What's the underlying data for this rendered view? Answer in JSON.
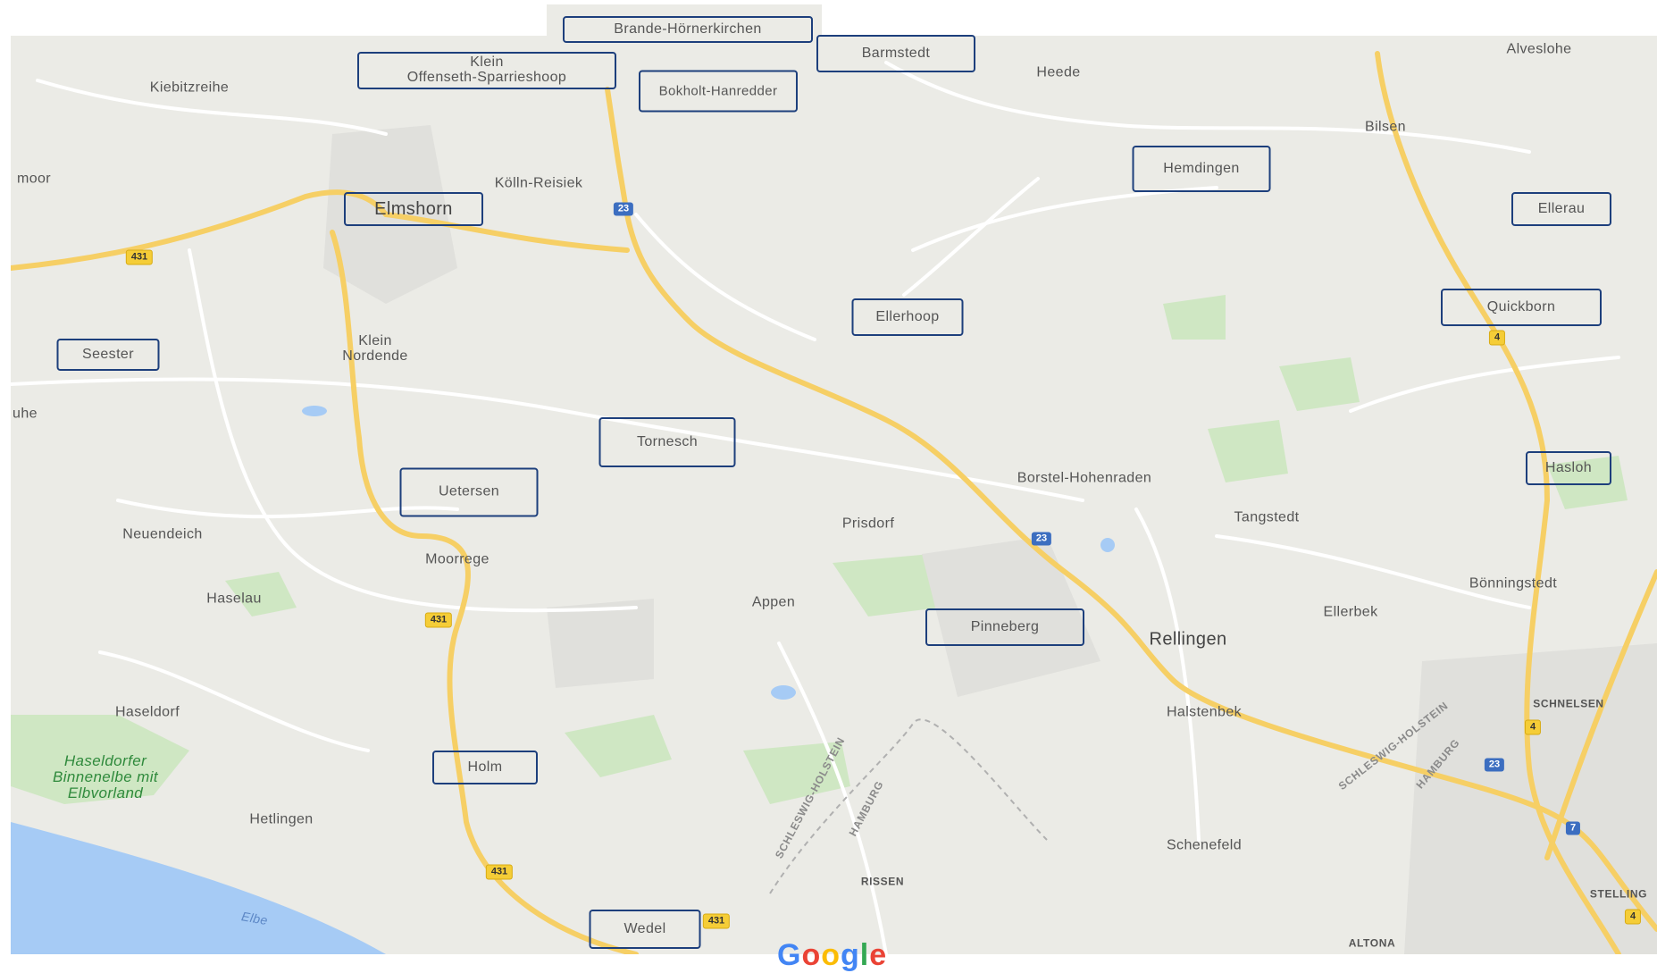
{
  "map": {
    "background": "#ebebe6",
    "water_color": "#a6cbf5",
    "park_color": "#cfe7c3",
    "highway_color": "#f6cf65",
    "road_color": "#ffffff",
    "box_color": "#1d3f7c",
    "places": [
      {
        "id": "brande-hoernerkirchen",
        "label": "Brande-Hörnerkirchen",
        "boxed": true
      },
      {
        "id": "barmstedt",
        "label": "Barmstedt",
        "boxed": true
      },
      {
        "id": "klein-offenseth",
        "label": "Klein\nOffenseth-Sparrieshoop",
        "boxed": true
      },
      {
        "id": "bokholt-hanredder",
        "label": "Bokholt-Hanredder",
        "boxed": true
      },
      {
        "id": "elmshorn",
        "label": "Elmshorn",
        "boxed": true
      },
      {
        "id": "hemdingen",
        "label": "Hemdingen",
        "boxed": true
      },
      {
        "id": "ellerau",
        "label": "Ellerau",
        "boxed": true
      },
      {
        "id": "ellerhoop",
        "label": "Ellerhoop",
        "boxed": true
      },
      {
        "id": "quickborn",
        "label": "Quickborn",
        "boxed": true
      },
      {
        "id": "seester",
        "label": "Seester",
        "boxed": true
      },
      {
        "id": "tornesch",
        "label": "Tornesch",
        "boxed": true
      },
      {
        "id": "uetersen",
        "label": "Uetersen",
        "boxed": true
      },
      {
        "id": "hasloh",
        "label": "Hasloh",
        "boxed": true
      },
      {
        "id": "pinneberg",
        "label": "Pinneberg",
        "boxed": true
      },
      {
        "id": "holm",
        "label": "Holm",
        "boxed": true
      },
      {
        "id": "wedel",
        "label": "Wedel",
        "boxed": true
      },
      {
        "id": "kiebitzreihe",
        "label": "Kiebitzreihe",
        "boxed": false
      },
      {
        "id": "heede",
        "label": "Heede",
        "boxed": false
      },
      {
        "id": "alveslohe",
        "label": "Alveslohe",
        "boxed": false
      },
      {
        "id": "bilsen",
        "label": "Bilsen",
        "boxed": false
      },
      {
        "id": "moor",
        "label": "moor",
        "boxed": false
      },
      {
        "id": "koelln-reisiek",
        "label": "Kölln-Reisiek",
        "boxed": false
      },
      {
        "id": "klein-nordende",
        "label": "Klein\nNordende",
        "boxed": false
      },
      {
        "id": "uhe",
        "label": "uhe",
        "boxed": false
      },
      {
        "id": "borstel-hohenraden",
        "label": "Borstel-Hohenraden",
        "boxed": false
      },
      {
        "id": "prisdorf",
        "label": "Prisdorf",
        "boxed": false
      },
      {
        "id": "tangstedt",
        "label": "Tangstedt",
        "boxed": false
      },
      {
        "id": "neuendeich",
        "label": "Neuendeich",
        "boxed": false
      },
      {
        "id": "moorrege",
        "label": "Moorrege",
        "boxed": false
      },
      {
        "id": "boenningstedt",
        "label": "Bönningstedt",
        "boxed": false
      },
      {
        "id": "haselau",
        "label": "Haselau",
        "boxed": false
      },
      {
        "id": "appen",
        "label": "Appen",
        "boxed": false
      },
      {
        "id": "ellerbek",
        "label": "Ellerbek",
        "boxed": false
      },
      {
        "id": "rellingen",
        "label": "Rellingen",
        "boxed": false
      },
      {
        "id": "haseldorf",
        "label": "Haseldorf",
        "boxed": false
      },
      {
        "id": "halstenbek",
        "label": "Halstenbek",
        "boxed": false
      },
      {
        "id": "schnelsen",
        "label": "SCHNELSEN",
        "boxed": false
      },
      {
        "id": "haseldorfer",
        "label": "Haseldorfer\nBinnenelbe mit\nElbvorland",
        "boxed": false
      },
      {
        "id": "hetlingen",
        "label": "Hetlingen",
        "boxed": false
      },
      {
        "id": "schenefeld",
        "label": "Schenefeld",
        "boxed": false
      },
      {
        "id": "rissen",
        "label": "RISSEN",
        "boxed": false
      },
      {
        "id": "stelling",
        "label": "STELLING",
        "boxed": false
      },
      {
        "id": "altona",
        "label": "ALTONA",
        "boxed": false
      },
      {
        "id": "elbe",
        "label": "Elbe",
        "boxed": false
      },
      {
        "id": "sh-border-1",
        "label": "SCHLESWIG-HOLSTEIN",
        "boxed": false
      },
      {
        "id": "hh-border-1",
        "label": "HAMBURG",
        "boxed": false
      },
      {
        "id": "sh-border-2",
        "label": "SCHLESWIG-HOLSTEIN",
        "boxed": false
      },
      {
        "id": "hh-border-2",
        "label": "HAMBURG",
        "boxed": false
      }
    ],
    "shields": [
      {
        "id": "a23-north",
        "label": "23",
        "kind": "autobahn"
      },
      {
        "id": "b431-west",
        "label": "431",
        "kind": "federal"
      },
      {
        "id": "b4-quickborn",
        "label": "4",
        "kind": "federal"
      },
      {
        "id": "a23-mid",
        "label": "23",
        "kind": "autobahn"
      },
      {
        "id": "b431-moorrege",
        "label": "431",
        "kind": "federal"
      },
      {
        "id": "b4-schnelsen",
        "label": "4",
        "kind": "federal"
      },
      {
        "id": "a23-south",
        "label": "23",
        "kind": "autobahn"
      },
      {
        "id": "a7",
        "label": "7",
        "kind": "autobahn"
      },
      {
        "id": "b431-holm",
        "label": "431",
        "kind": "federal"
      },
      {
        "id": "b431-wedel",
        "label": "431",
        "kind": "federal"
      },
      {
        "id": "b4-stelling",
        "label": "4",
        "kind": "federal"
      }
    ],
    "logo": "Google"
  }
}
